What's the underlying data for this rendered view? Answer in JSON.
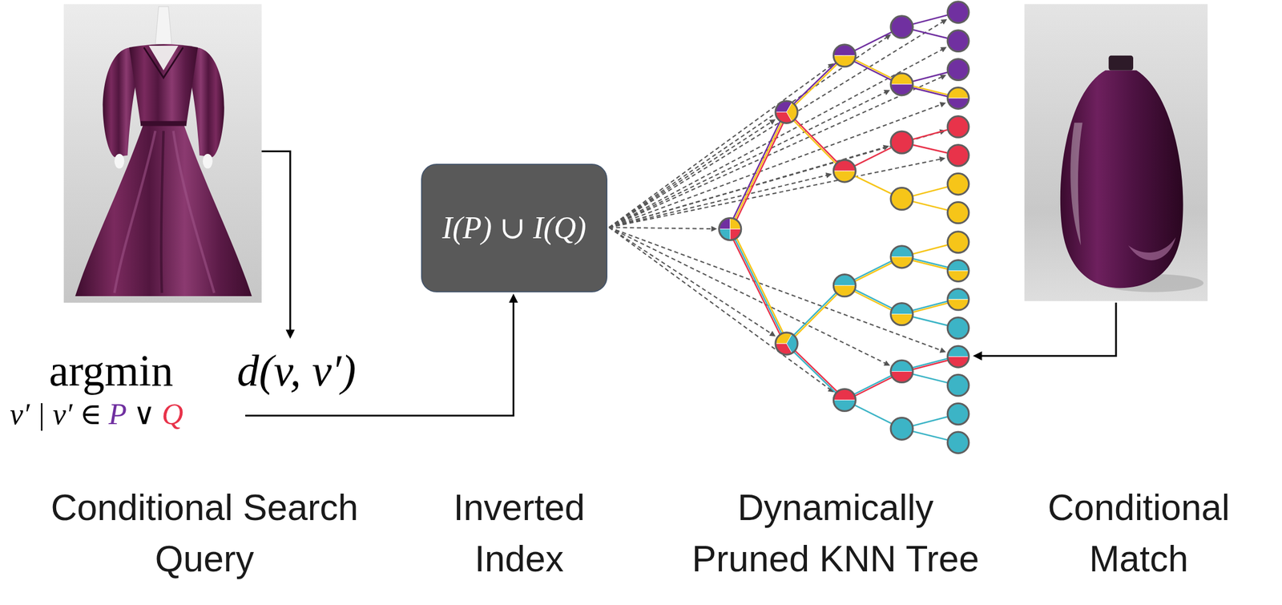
{
  "diagram": {
    "nodes": [
      {
        "text": [
          "I(P) ∪ I(Q)"
        ]
      }
    ],
    "labels": [
      "argmin",
      "d(v, v′)",
      "v′ | v′ ∈",
      "P",
      "∨",
      "Q",
      "Conditional Search Query",
      "Inverted Index",
      "Dynamically Pruned KNN Tree",
      "Conditional Match"
    ]
  }
}
